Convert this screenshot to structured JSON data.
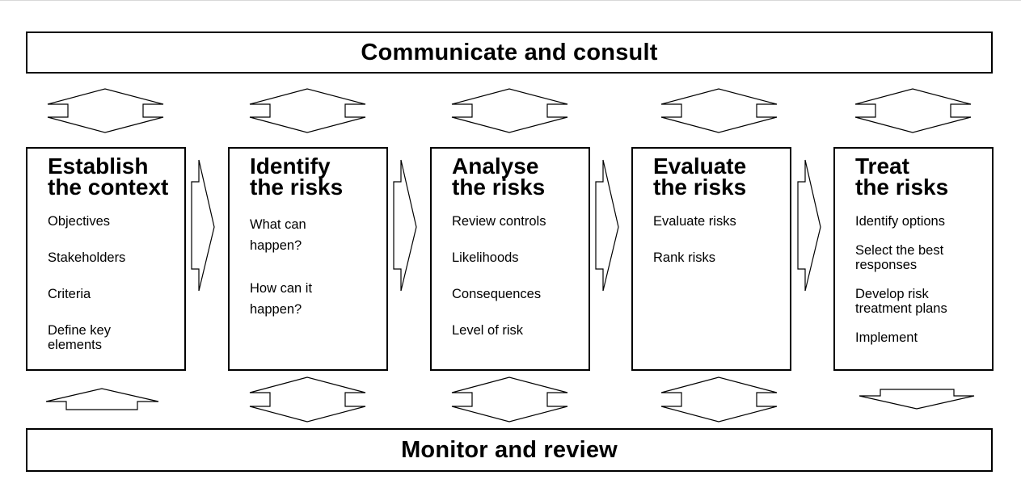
{
  "banners": {
    "top": "Communicate and consult",
    "bottom": "Monitor and review"
  },
  "steps": [
    {
      "title_line1": "Establish",
      "title_line2": "the context",
      "items": [
        "Objectives",
        "Stakeholders",
        "Criteria",
        "Define key\n elements"
      ]
    },
    {
      "title_line1": "Identify",
      "title_line2": "the risks",
      "items": [
        "What can\nhappen?",
        "How can it\nhappen?"
      ]
    },
    {
      "title_line1": "Analyse",
      "title_line2": "the risks",
      "items": [
        "Review controls",
        "Likelihoods",
        "Consequences",
        "Level of risk"
      ]
    },
    {
      "title_line1": "Evaluate",
      "title_line2": "the risks",
      "items": [
        "Evaluate risks",
        "Rank risks"
      ]
    },
    {
      "title_line1": "Treat",
      "title_line2": "the risks",
      "items": [
        "Identify options",
        "Select the best\nresponses",
        "Develop risk\ntreatment plans",
        "Implement"
      ]
    }
  ],
  "connectors": {
    "top": [
      "double-headed-vertical",
      "double-headed-vertical",
      "double-headed-vertical",
      "double-headed-vertical",
      "double-headed-vertical"
    ],
    "bottom": [
      "up",
      "double-headed-vertical",
      "double-headed-vertical",
      "double-headed-vertical",
      "down"
    ],
    "between_steps": [
      "right",
      "right",
      "right",
      "right"
    ]
  }
}
